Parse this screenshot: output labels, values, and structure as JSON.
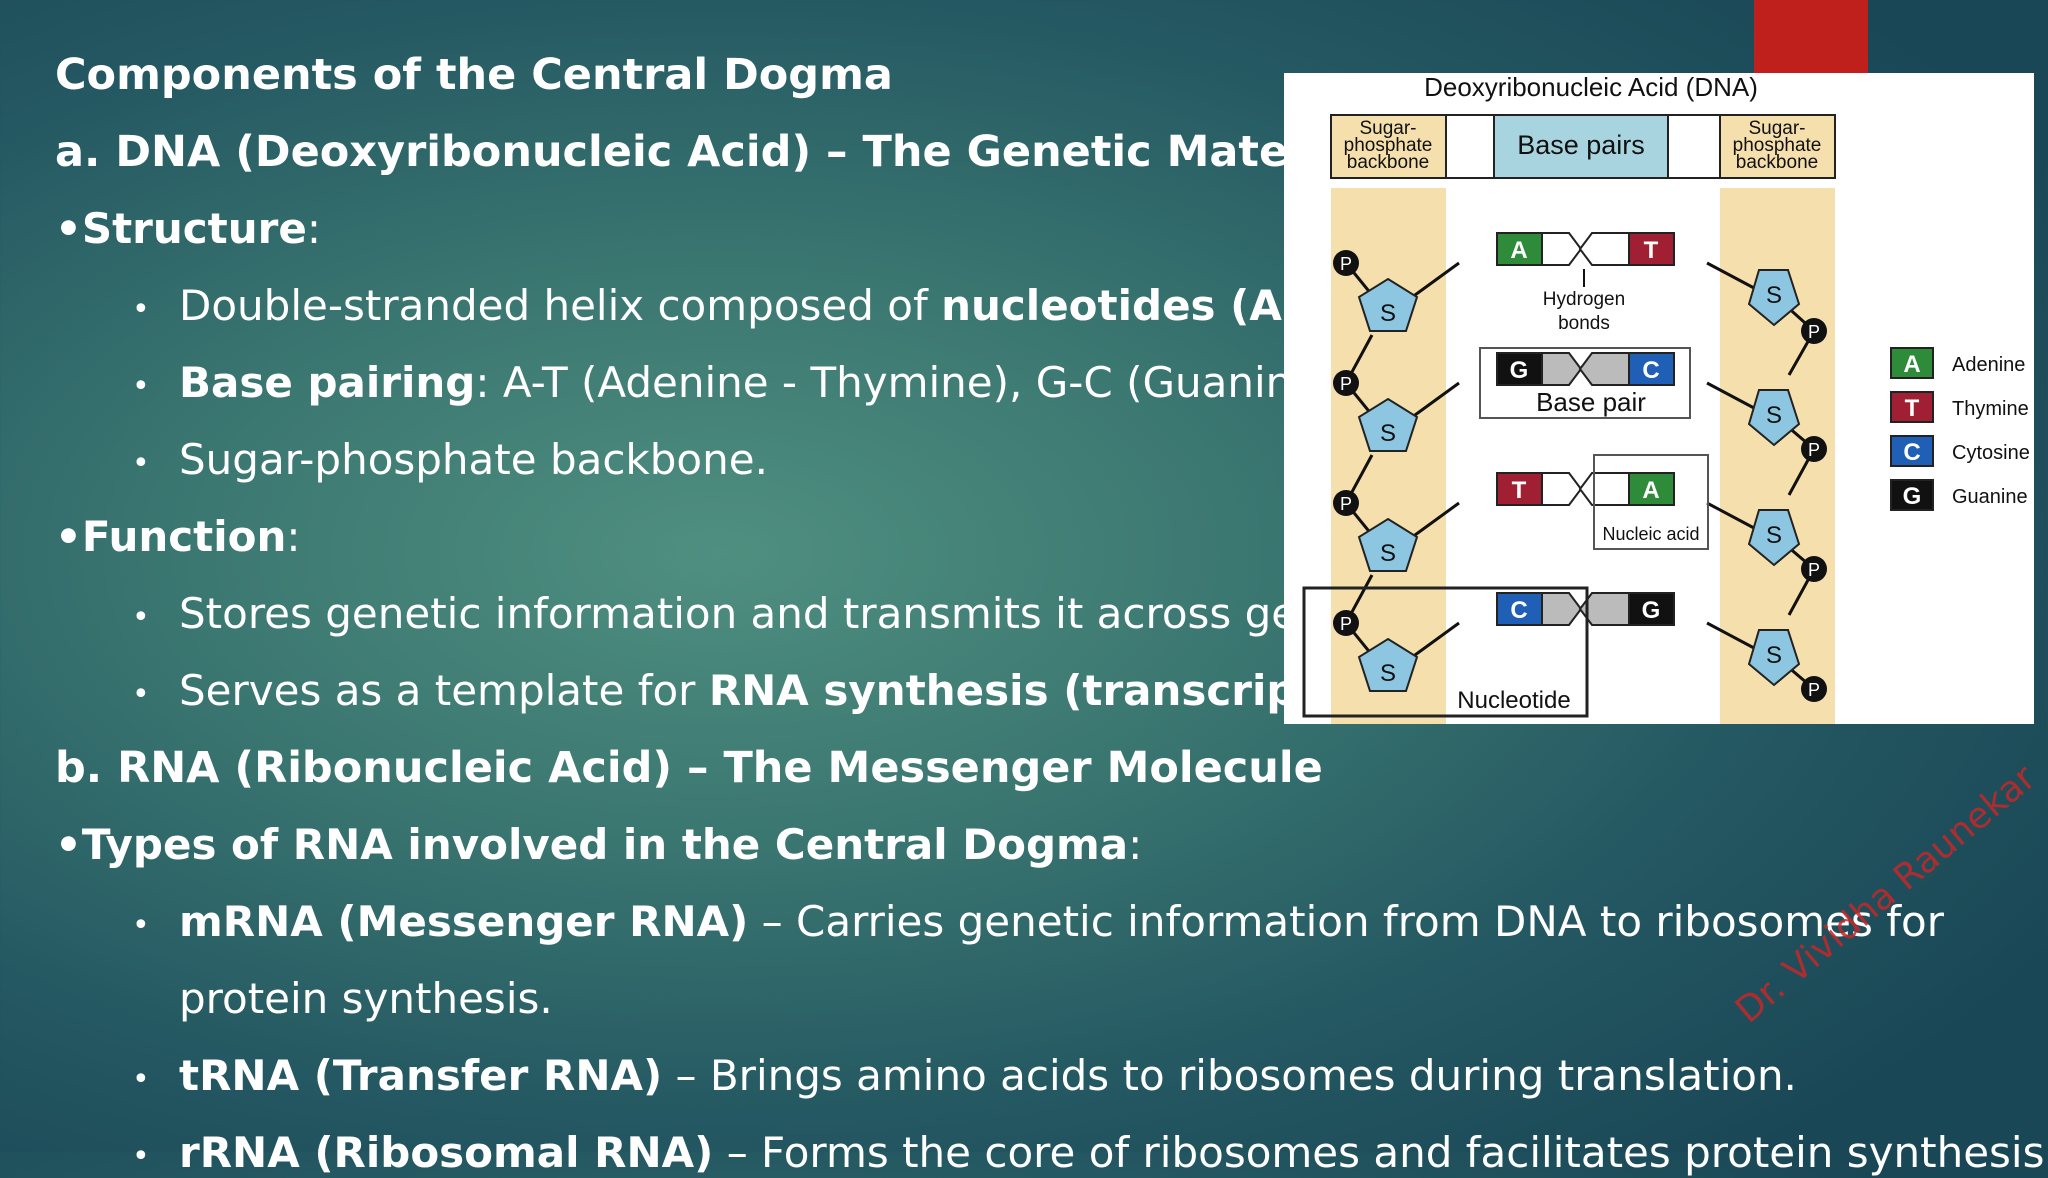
{
  "slide": {
    "title": "Components of the Central Dogma",
    "section_a": "a. DNA (Deoxyribonucleic Acid) – The Genetic Material",
    "structure_label": "•Structure",
    "structure_items": [
      {
        "pre": "Double-stranded helix composed of ",
        "bold": "nucleotides (A, T,",
        "post": ""
      },
      {
        "pre": "",
        "bold": "Base pairing",
        "post": ": A-T (Adenine - Thymine), G-C (Guanine -"
      },
      {
        "pre": "Sugar-phosphate backbone.",
        "bold": "",
        "post": ""
      }
    ],
    "function_label": "•Function",
    "function_items": [
      {
        "pre": "Stores genetic information and transmits it across gene",
        "bold": "",
        "post": ""
      },
      {
        "pre": "Serves as a template for ",
        "bold": "RNA synthesis (transcription)",
        "post": "."
      }
    ],
    "section_b": "b. RNA (Ribonucleic Acid) – The Messenger Molecule",
    "types_label": "•Types of RNA involved in the Central Dogma",
    "rna_items": [
      {
        "bold": "mRNA (Messenger RNA)",
        "text": " – Carries genetic information from DNA to ribosomes for",
        "cont": "protein synthesis."
      },
      {
        "bold": "tRNA (Transfer RNA)",
        "text": " – Brings amino acids to ribosomes during translation."
      },
      {
        "bold": "rRNA (Ribosomal RNA)",
        "text": " – Forms the core of ribosomes and facilitates protein synthesis."
      }
    ],
    "colon": ":",
    "bullet": "•"
  },
  "figure": {
    "title": "Deoxyribonucleic Acid (DNA)",
    "backbone_label_left": [
      "Sugar-",
      "phosphate",
      "backbone"
    ],
    "backbone_label_right": [
      "Sugar-",
      "phosphate",
      "backbone"
    ],
    "base_pairs_label": "Base pairs",
    "hydrogen_bonds_label": [
      "Hydrogen",
      "bonds"
    ],
    "base_pair_label": "Base pair",
    "nucleic_acid_label": "Nucleic acid",
    "nucleotide_label": "Nucleotide",
    "sugar_symbol": "S",
    "phosphate_symbol": "P",
    "pairs": [
      {
        "left": "A",
        "right": "T"
      },
      {
        "left": "G",
        "right": "C"
      },
      {
        "left": "T",
        "right": "A"
      },
      {
        "left": "C",
        "right": "G"
      }
    ],
    "legend": [
      {
        "letter": "A",
        "name": "Adenine",
        "color": "#2e8b3a"
      },
      {
        "letter": "T",
        "name": "Thymine",
        "color": "#a01f33"
      },
      {
        "letter": "C",
        "name": "Cytosine",
        "color": "#1f5fb5"
      },
      {
        "letter": "G",
        "name": "Guanine",
        "color": "#111111"
      }
    ],
    "colors": {
      "backbone_band": "#f5dfac",
      "sugar": "#8cc6e0",
      "header_box": "#a8d4df"
    }
  },
  "watermark": "Dr. Vividha Raunekar",
  "accent_color": "#c0201c"
}
